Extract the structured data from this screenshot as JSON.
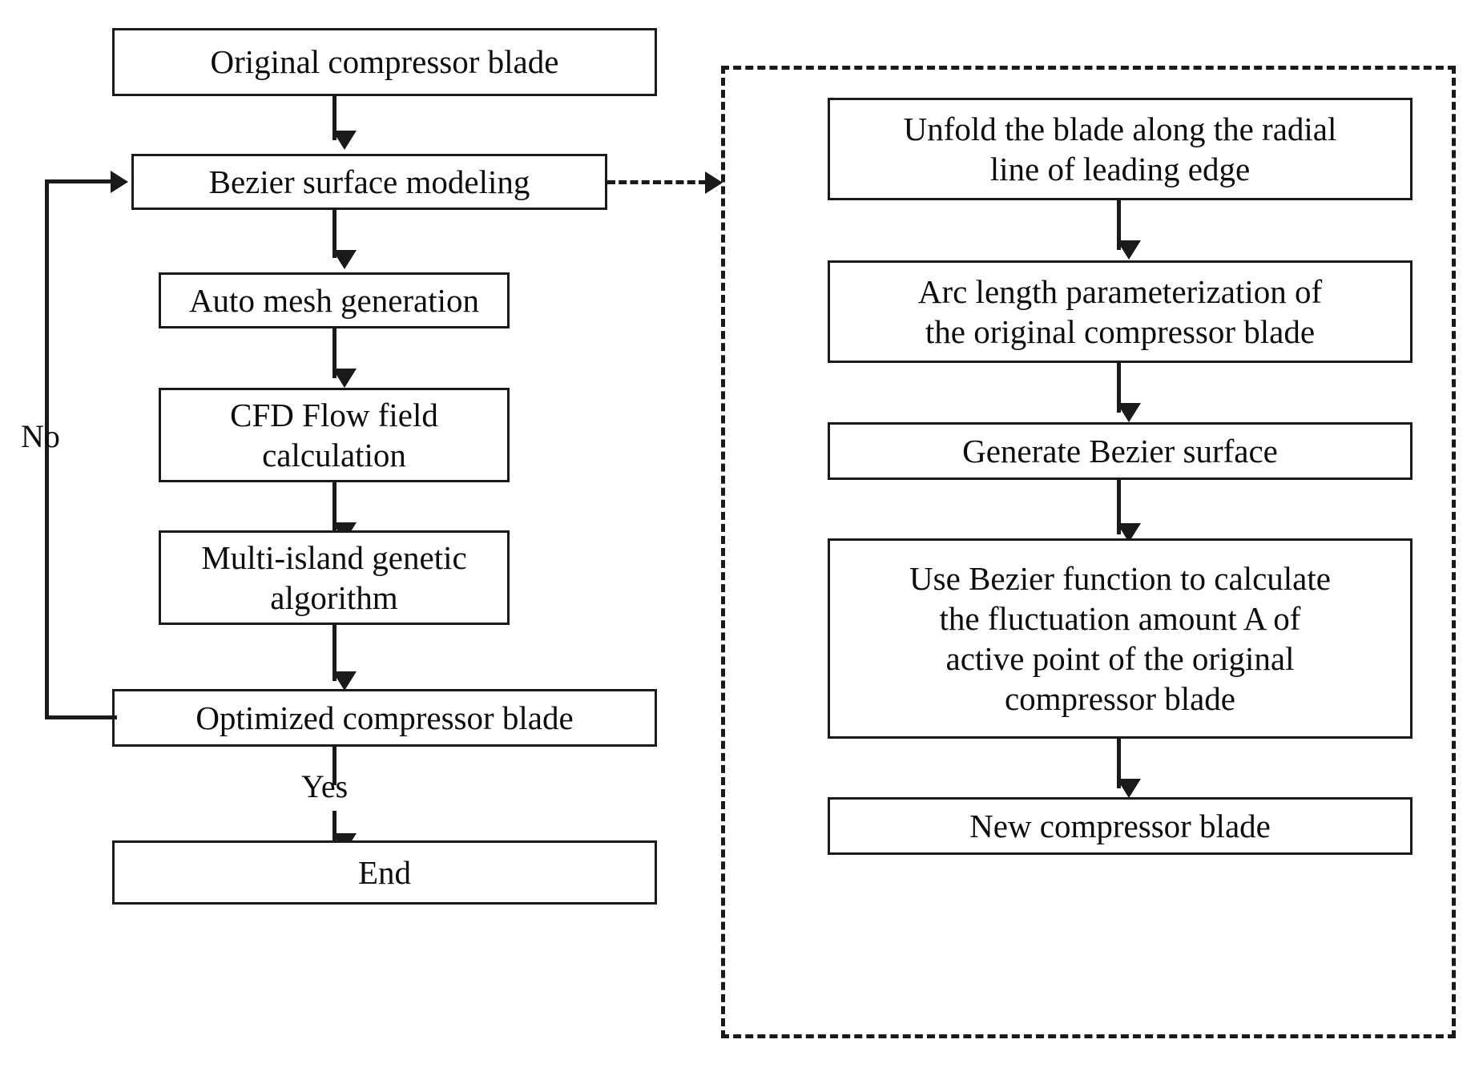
{
  "diagram": {
    "title": "Compressor blade Bezier surface optimization flowchart",
    "type": "flowchart",
    "left_flow": {
      "nodes": [
        {
          "id": "original-compressor-blade",
          "label": "Original compressor blade"
        },
        {
          "id": "bezier-surface-modeling",
          "label": "Bezier surface modeling"
        },
        {
          "id": "auto-mesh-generation",
          "label": "Auto mesh generation"
        },
        {
          "id": "cfd-flow-field-calculation",
          "label": "CFD Flow field\ncalculation"
        },
        {
          "id": "multi-island-genetic-algorithm",
          "label": "Multi-island genetic\nalgorithm"
        },
        {
          "id": "optimized-compressor-blade",
          "label": "Optimized compressor blade"
        },
        {
          "id": "end",
          "label": "End"
        }
      ],
      "edge_labels": {
        "no": "No",
        "yes": "Yes"
      }
    },
    "right_flow": {
      "nodes": [
        {
          "id": "unfold-blade",
          "label": "Unfold the blade along the radial\nline of leading edge"
        },
        {
          "id": "arc-length-parameterization",
          "label": "Arc length parameterization of\nthe original compressor blade"
        },
        {
          "id": "generate-bezier-surface",
          "label": "Generate Bezier surface"
        },
        {
          "id": "use-bezier-function",
          "label": "Use Bezier function to calculate\nthe fluctuation amount A of\nactive point of the original\ncompressor blade"
        },
        {
          "id": "new-compressor-blade",
          "label": "New compressor blade"
        }
      ]
    },
    "colors": {
      "stroke": "#1a1a1a",
      "background": "#ffffff",
      "text": "#0d0d0d"
    }
  }
}
